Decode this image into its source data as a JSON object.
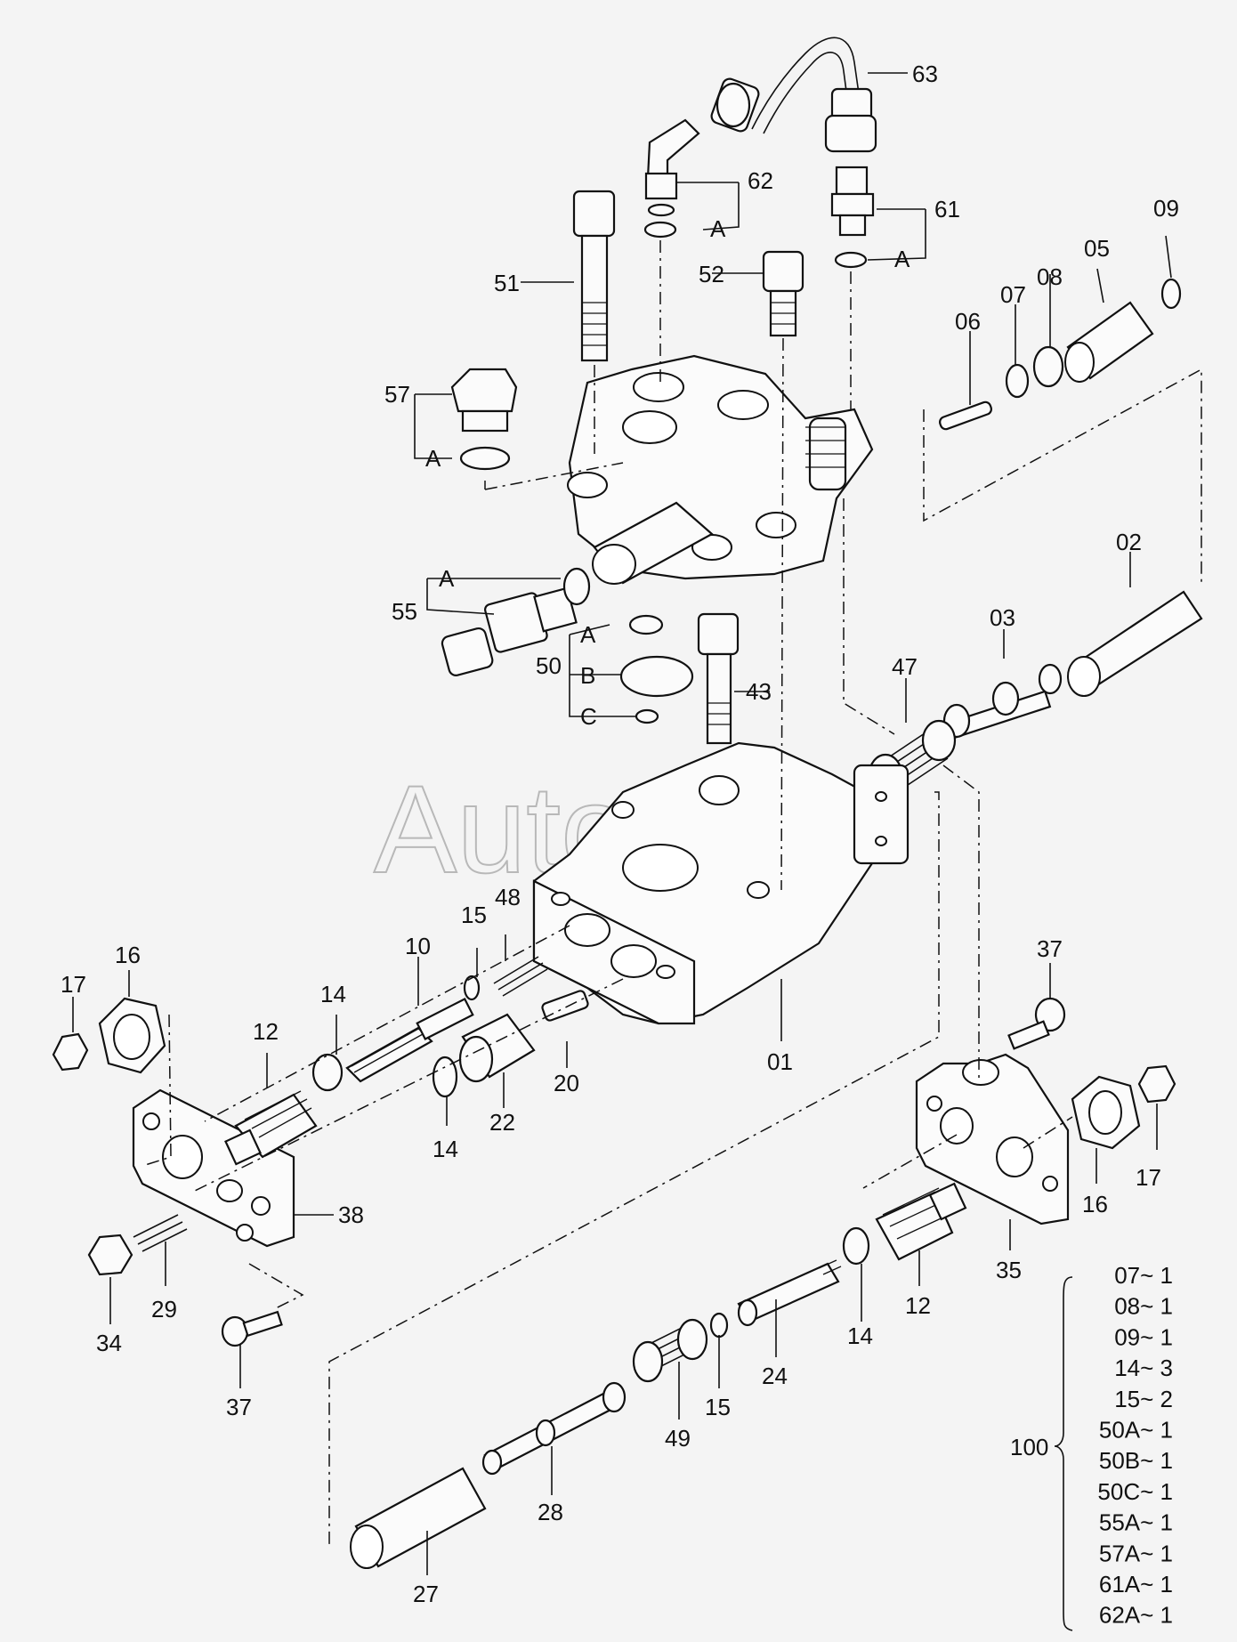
{
  "watermark": "AutoSoft",
  "callouts": {
    "c63": "63",
    "c62": "62",
    "c61": "61",
    "c09": "09",
    "c05": "05",
    "c08": "08",
    "c07": "07",
    "c06": "06",
    "c51": "51",
    "c52": "52",
    "c57": "57",
    "c55": "55",
    "c50": "50",
    "c43": "43",
    "c02": "02",
    "c03": "03",
    "c47": "47",
    "c01": "01",
    "c48": "48",
    "c15a": "15",
    "c10": "10",
    "c14a": "14",
    "c14b": "14",
    "c20": "20",
    "c22": "22",
    "c16a": "16",
    "c17a": "17",
    "c12a": "12",
    "c38": "38",
    "c29": "29",
    "c34": "34",
    "c37a": "37",
    "c37b": "37",
    "c16b": "16",
    "c17b": "17",
    "c35": "35",
    "c12b": "12",
    "c14c": "14",
    "c24": "24",
    "c15b": "15",
    "c49": "49",
    "c28": "28",
    "c27": "27"
  },
  "seal_letters": {
    "a62": "A",
    "a61": "A",
    "a57": "A",
    "a55": "A",
    "a50": "A",
    "b50": "B",
    "c50": "C"
  },
  "kit": {
    "number": "100",
    "items": [
      "07~ 1",
      "08~ 1",
      "09~ 1",
      "14~ 3",
      "15~ 2",
      "50A~ 1",
      "50B~ 1",
      "50C~ 1",
      "55A~ 1",
      "57A~ 1",
      "61A~ 1",
      "62A~ 1"
    ]
  }
}
